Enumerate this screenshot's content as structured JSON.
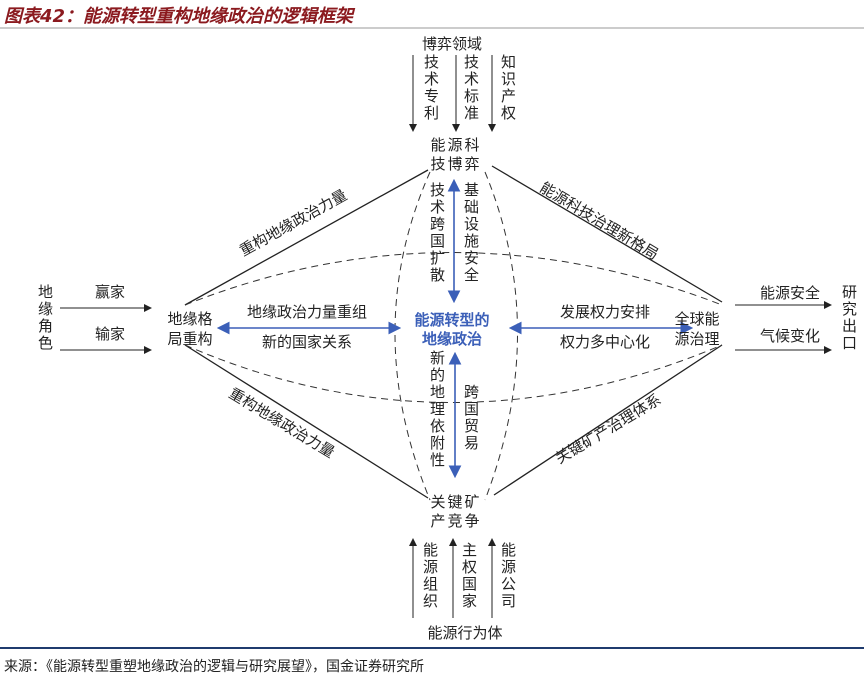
{
  "title": "图表42：能源转型重构地缘政治的逻辑框架",
  "source": "来源：《能源转型重塑地缘政治的逻辑与研究展望》，国金证券研究所",
  "center": {
    "line1": "能源转型的",
    "line2": "地缘政治"
  },
  "top": {
    "domain": "博弈领域",
    "cols": [
      "技术专利",
      "技术标准",
      "知识产权"
    ],
    "node_line1": "能源科",
    "node_line2": "技博弈",
    "inner_left": "技术跨国扩散",
    "inner_right": "基础设施安全"
  },
  "bottom": {
    "actors": "能源行为体",
    "cols": [
      "能源组织",
      "主权国家",
      "能源公司"
    ],
    "node_line1": "关键矿",
    "node_line2": "产竞争",
    "inner_left": "新的地理依附性",
    "inner_right": "跨国贸易"
  },
  "left": {
    "role": "地缘角色",
    "winner": "赢家",
    "loser": "输家",
    "node_line1": "地缘格",
    "node_line2": "局重构",
    "arrow_top": "地缘政治力量重组",
    "arrow_bottom": "新的国家关系"
  },
  "right": {
    "output": "研究出口",
    "item1": "能源安全",
    "item2": "气候变化",
    "node_line1": "全球能",
    "node_line2": "源治理",
    "arrow_top": "发展权力安排",
    "arrow_bottom": "权力多中心化"
  },
  "edges": {
    "top_left": "重构地缘政治力量",
    "top_right": "能源科技治理新格局",
    "bottom_left": "重构地缘政治力量",
    "bottom_right": "关键矿产治理体系"
  },
  "colors": {
    "title": "#8b1a1f",
    "accent": "#3b5fb8",
    "rule": "#1f3b6e"
  }
}
